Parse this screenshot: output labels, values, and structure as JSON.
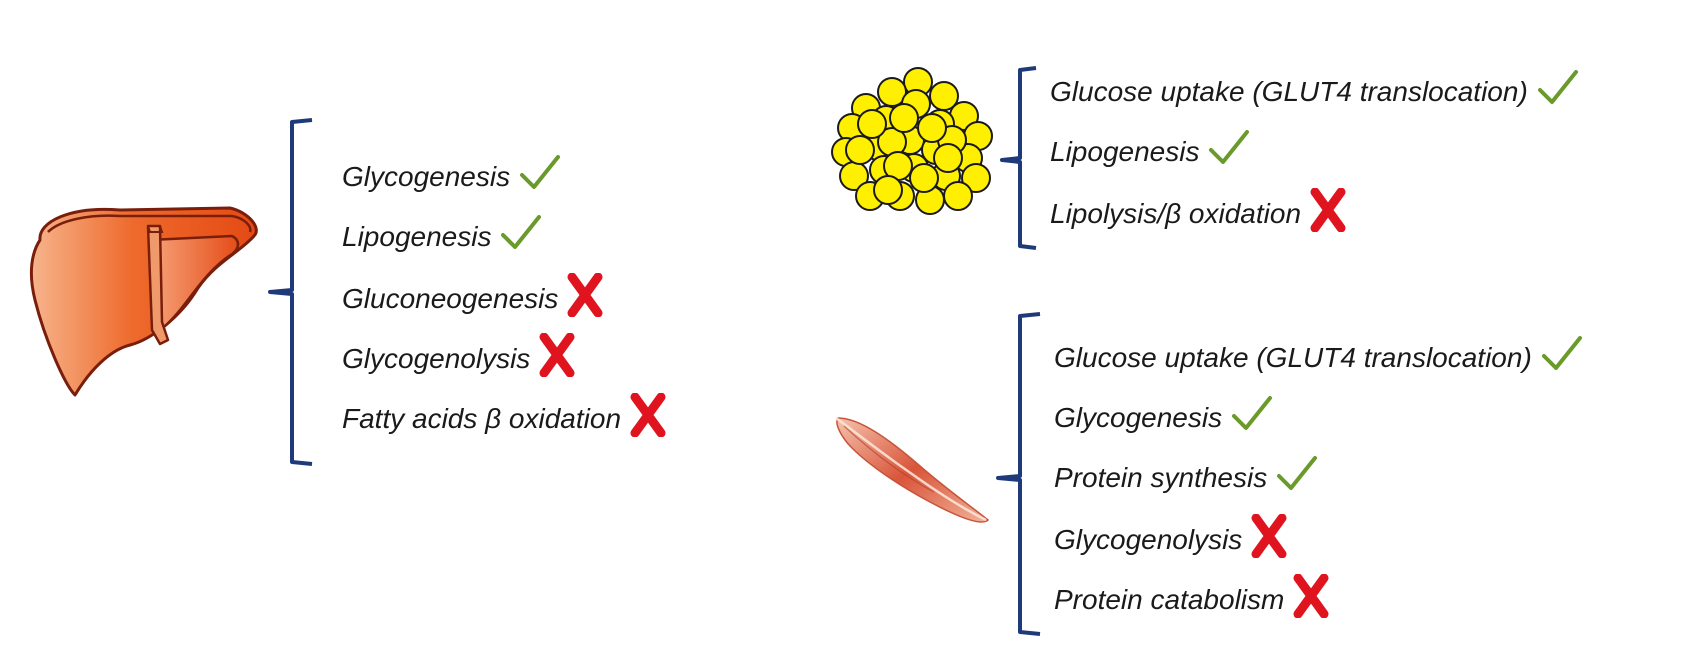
{
  "liver": {
    "items": [
      {
        "label": "Glycogenesis",
        "status": "up"
      },
      {
        "label": "Lipogenesis",
        "status": "up"
      },
      {
        "label": "Gluconeogenesis",
        "status": "down"
      },
      {
        "label": "Glycogenolysis",
        "status": "down"
      },
      {
        "label": "Fatty acids β oxidation",
        "status": "down"
      }
    ]
  },
  "adipose": {
    "items": [
      {
        "label": "Glucose uptake (GLUT4 translocation)",
        "status": "up"
      },
      {
        "label": "Lipogenesis",
        "status": "up"
      },
      {
        "label": "Lipolysis/β oxidation",
        "status": "down"
      }
    ]
  },
  "muscle": {
    "items": [
      {
        "label": "Glucose uptake (GLUT4 translocation)",
        "status": "up"
      },
      {
        "label": "Glycogenesis",
        "status": "up"
      },
      {
        "label": "Protein synthesis",
        "status": "up"
      },
      {
        "label": "Glycogenolysis",
        "status": "down"
      },
      {
        "label": "Protein catabolism",
        "status": "down"
      }
    ]
  },
  "colors": {
    "bracket": "#1f3a7a",
    "check": "#6a9a2a",
    "cross": "#e0141e",
    "liver": "#e8501c",
    "fat_cell": "#ffef00",
    "muscle": "#e07050"
  },
  "icons": {
    "liver": "liver-icon",
    "adipose": "fat-cells-icon",
    "muscle": "muscle-icon",
    "up": "check-icon",
    "down": "cross-icon"
  }
}
